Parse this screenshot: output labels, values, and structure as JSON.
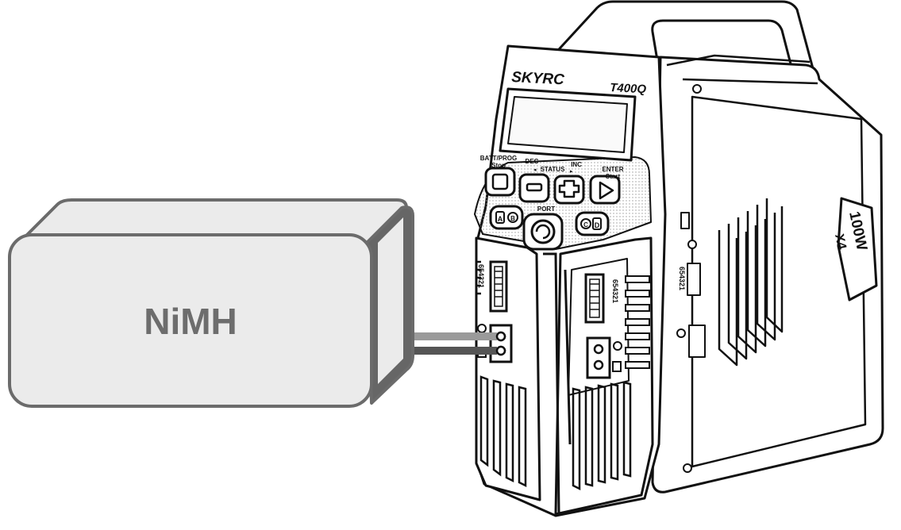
{
  "battery": {
    "label": "NiMH"
  },
  "charger": {
    "brand": "SKYRC",
    "model": "T400Q",
    "power_badge_main": "100W",
    "power_badge_sub": "X4",
    "buttons": {
      "batt_prog_top": "BATT/PROG",
      "batt_prog_bottom": "Stop",
      "dec": "DEC",
      "status": "STATUS",
      "inc": "INC",
      "enter_top": "ENTER",
      "enter_bottom": "Start",
      "port": "PORT"
    },
    "port_labels": {
      "port_a": "A",
      "port_b": "B",
      "port_c": "C",
      "port_d": "D",
      "balance_left": "654321",
      "balance_center": "654321",
      "balance_right": "654321"
    }
  },
  "colors": {
    "battery_fill": "#ebebeb",
    "battery_stroke": "#6b6b6b",
    "battery_side_dark": "#666666",
    "battery_text": "#6d6d6d",
    "wire_light": "#9a9a9a",
    "wire_dark": "#555555",
    "line": "#111111"
  }
}
